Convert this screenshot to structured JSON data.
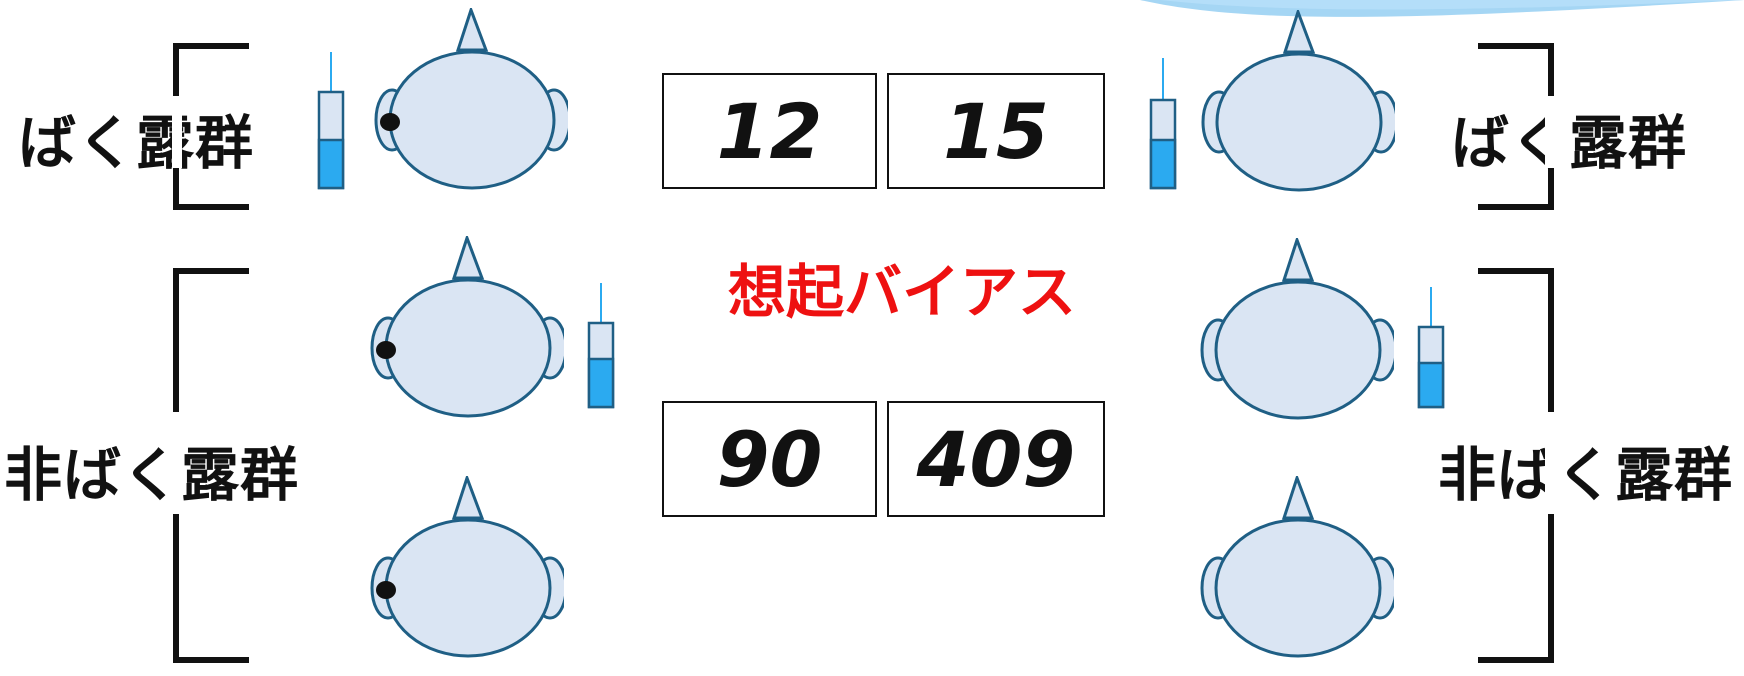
{
  "groups": {
    "exposed_left": "ばく露群",
    "exposed_right": "ばく露群",
    "unexposed_left": "非ばく露群",
    "unexposed_right": "非ばく露群"
  },
  "title": "想起バイアス",
  "table": {
    "top_left": "12",
    "top_right": "15",
    "bottom_left": "90",
    "bottom_right": "409"
  },
  "colors": {
    "head_fill": "#dae5f3",
    "head_stroke": "#1f5f85",
    "liquid": "#2baaf0",
    "title": "#ee1111"
  }
}
